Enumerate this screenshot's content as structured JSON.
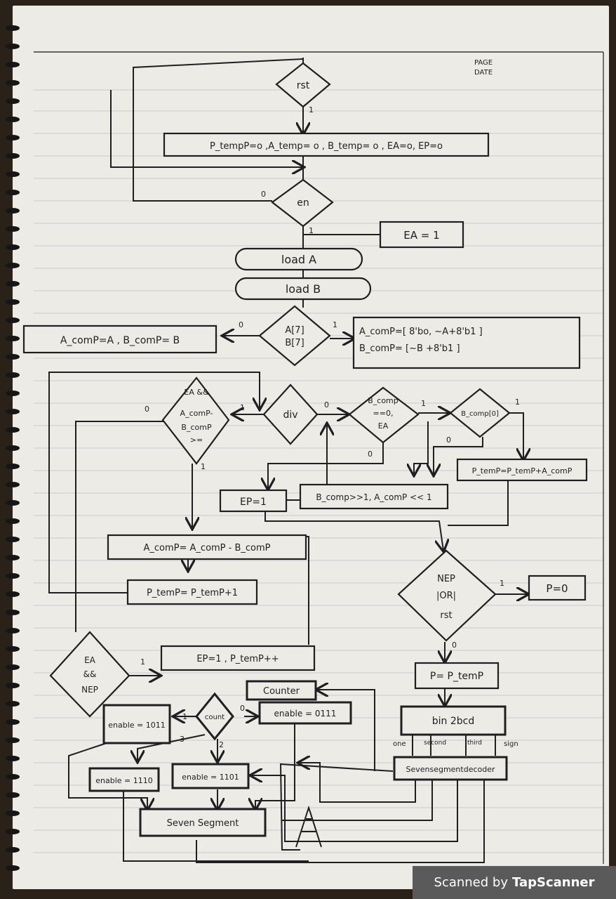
{
  "header": {
    "page_label": "PAGE",
    "date_label": "DATE"
  },
  "flowchart": {
    "rst": "rst",
    "init": "P_tempP=o ,A_temp= o , B_temp= o , EA=o, EP=o",
    "en": "en",
    "ea_set": "EA = 1",
    "load_a": "load A",
    "load_b": "load B",
    "sign_l1": "A[7]",
    "sign_l2": "B[7]",
    "comp_plain": "A_comP=A , B_comP= B",
    "comp_neg_l1": "A_comP=[ 8'bo, ~A+8'b1 ]",
    "comp_neg_l2": "B_comP= [~B +8'b1 ]",
    "div": "div",
    "cond_l1": "EA &&",
    "cond_l2": "A_comP-",
    "cond_l3": "B_comP",
    "cond_l4": ">=",
    "bz_l1": "B_comp",
    "bz_l2": "==0,",
    "bz_l3": "EA",
    "bcomp0": "B_comp[0]",
    "ptemp_add": "P_temP=P_temP+A_comP",
    "ep1_a": "EP=1",
    "shift": "B_comp>>1, A_comP << 1",
    "sub": "A_comP= A_comP - B_comP",
    "ptemp_inc": "P_temP= P_temP+1",
    "nep_l1": "NEP",
    "nep_l2": "|OR|",
    "nep_l3": "rst",
    "p_zero": "P=0",
    "eanep_l1": "EA",
    "eanep_l2": "&&",
    "eanep_l3": "NEP",
    "ep_ptemp": "EP=1 , P_temP++",
    "p_assign": "P= P_temP",
    "bin_bcd": "bin 2bcd",
    "out_one": "one",
    "out_second": "second",
    "out_third": "third",
    "out_sign": "sign",
    "seven_dec": "Sevensegmentdecoder",
    "counter": "Counter",
    "count": "count",
    "en_1011": "enable = 1011",
    "en_0111": "enable = 0111",
    "en_1110": "enable = 1110",
    "en_1101": "enable = 1101",
    "seven_seg": "Seven Segment",
    "lbl_0": "0",
    "lbl_1": "1",
    "lbl_2": "2",
    "lbl_3": "3"
  },
  "footer": {
    "scanner_prefix": "Scanned by",
    "scanner_brand": "TapScanner"
  },
  "colors": {
    "paper": "#ecebe6",
    "ink": "#1f1f22",
    "rule": "#c9ccd3",
    "bar": "#5a5a5a"
  }
}
